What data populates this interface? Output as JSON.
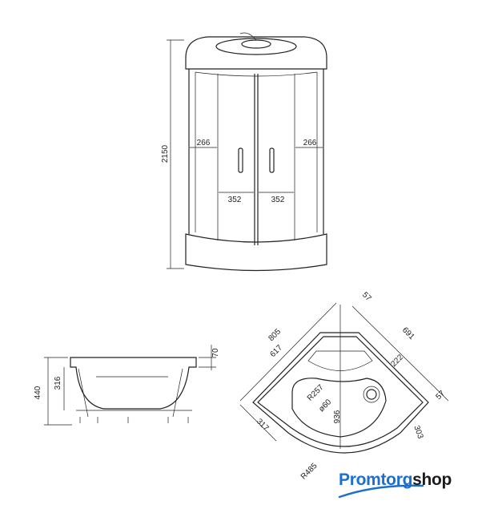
{
  "front_view": {
    "height": "2150",
    "left_panel": "266",
    "right_panel": "266",
    "left_door": "352",
    "right_door": "352"
  },
  "side_view": {
    "total_height": "440",
    "tray_height": "316",
    "rim": "70"
  },
  "top_view": {
    "outer_side": "805",
    "inner_side": "617",
    "right_side": "691",
    "offset_top": "57",
    "offset_right": "57",
    "drain_offset": "222",
    "seat_radius": "R257",
    "drain_diameter": "ø60",
    "diagonal": "936",
    "left_flat": "317",
    "right_flat": "303",
    "front_radius": "R485"
  },
  "logo": {
    "part1": "Promtorg",
    "part2": "shop",
    "color_primary": "#1a6fd1"
  }
}
